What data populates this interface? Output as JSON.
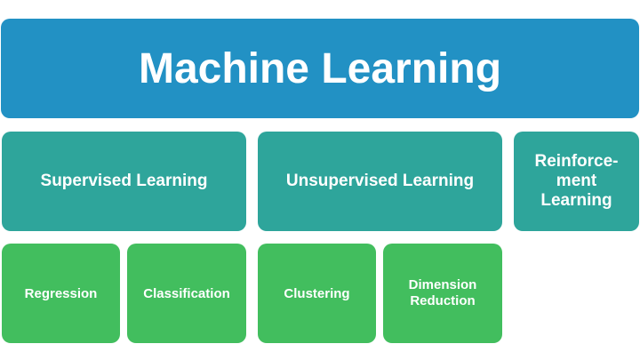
{
  "title": "Machine Learning",
  "categories": [
    {
      "label": "Supervised Learning"
    },
    {
      "label": "Unsupervised Learning"
    },
    {
      "label": "Reinforce-\nment\nLearning"
    }
  ],
  "subcategories": [
    {
      "label": "Regression"
    },
    {
      "label": "Classification"
    },
    {
      "label": "Clustering"
    },
    {
      "label": "Dimension\nReduction"
    }
  ],
  "colors": {
    "root": "#2291c4",
    "category": "#2ea59b",
    "subcategory": "#42be5e"
  }
}
